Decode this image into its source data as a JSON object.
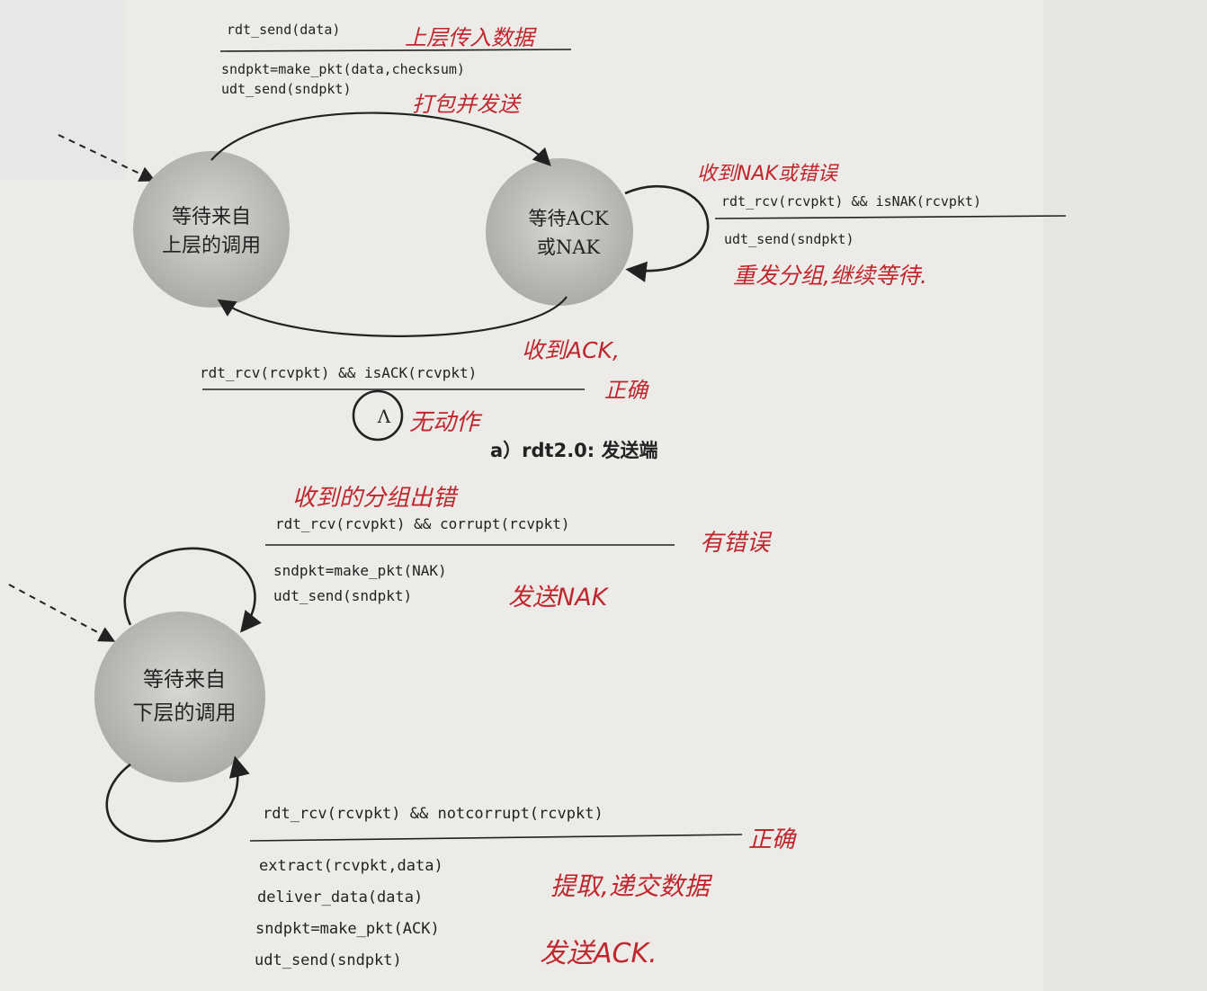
{
  "sender": {
    "init_action": {
      "event": "rdt_send(data)",
      "actions": [
        "sndpkt=make_pkt(data,checksum)",
        "udt_send(sndpkt)"
      ],
      "note_event": "上层传入数据",
      "note_action": "打包并发送"
    },
    "state_wait_call": [
      "等待来自",
      "上层的调用"
    ],
    "state_wait_ack": [
      "等待ACK",
      "或NAK"
    ],
    "nak_loop": {
      "note_top": "收到NAK或错误",
      "event": "rdt_rcv(rcvpkt) && isNAK(rcvpkt)",
      "action": "udt_send(sndpkt)",
      "note_action": "重发分组,继续等待."
    },
    "ack_transition": {
      "event": "rdt_rcv(rcvpkt) && isACK(rcvpkt)",
      "action_symbol": "Λ",
      "note_event": "收到ACK,",
      "note_correct": "正确",
      "note_action": "无动作"
    },
    "caption": "a）rdt2.0: 发送端"
  },
  "receiver": {
    "corrupt_loop": {
      "note_top": "收到的分组出错",
      "event": "rdt_rcv(rcvpkt) && corrupt(rcvpkt)",
      "note_event": "有错误",
      "actions": [
        "sndpkt=make_pkt(NAK)",
        "udt_send(sndpkt)"
      ],
      "note_action": "发送NAK"
    },
    "state_wait_below": [
      "等待来自",
      "下层的调用"
    ],
    "ok_loop": {
      "event": "rdt_rcv(rcvpkt) && notcorrupt(rcvpkt)",
      "note_event": "正确",
      "actions": [
        "extract(rcvpkt,data)",
        "deliver_data(data)",
        "sndpkt=make_pkt(ACK)",
        "udt_send(sndpkt)"
      ],
      "note_deliver": "提取,递交数据",
      "note_send": "发送ACK."
    }
  },
  "colors": {
    "ink": "#222222",
    "pen": "#c0262d",
    "paper": "#ecebe8",
    "state_fill": "#bdbbb7"
  }
}
